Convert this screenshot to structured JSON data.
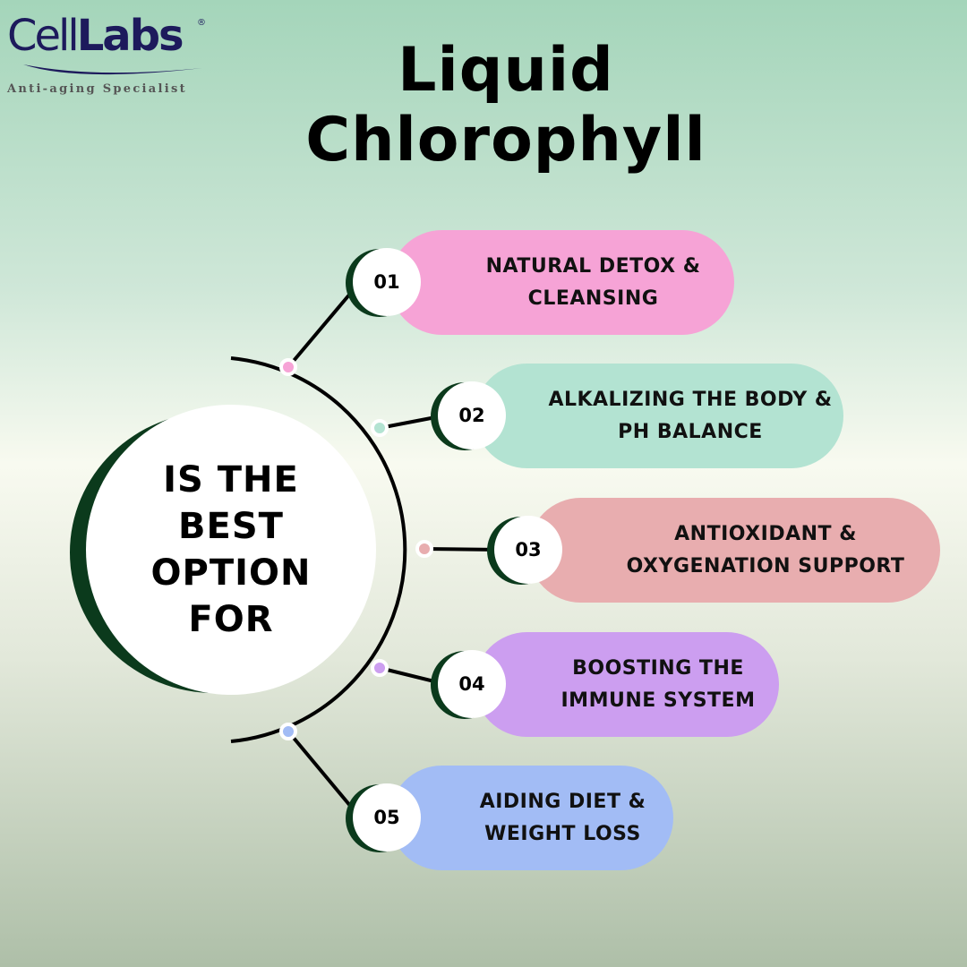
{
  "brand": {
    "name_part1": "Cell",
    "name_part2": "Labs",
    "registered": "®",
    "tagline": "Anti-aging Specialist"
  },
  "title": {
    "line1": "Liquid",
    "line2": "Chlorophyll"
  },
  "center": {
    "text": "IS THE BEST OPTION FOR"
  },
  "colors": {
    "dark_green": "#0b3a1c",
    "pink": "#f6a3d6",
    "mint": "#b3e3d2",
    "rose": "#e8adaf",
    "lilac": "#cc9ef0",
    "blue": "#a2bcf5"
  },
  "items": [
    {
      "number": "01",
      "line1": "NATURAL DETOX &",
      "line2": "CLEANSING",
      "color": "#f6a3d6"
    },
    {
      "number": "02",
      "line1": "ALKALIZING THE BODY &",
      "line2": "PH BALANCE",
      "color": "#b3e3d2"
    },
    {
      "number": "03",
      "line1": "ANTIOXIDANT &",
      "line2": "OXYGENATION SUPPORT",
      "color": "#e8adaf"
    },
    {
      "number": "04",
      "line1": "BOOSTING THE",
      "line2": "IMMUNE SYSTEM",
      "color": "#cc9ef0"
    },
    {
      "number": "05",
      "line1": "AIDING DIET &",
      "line2": "WEIGHT LOSS",
      "color": "#a2bcf5"
    }
  ]
}
